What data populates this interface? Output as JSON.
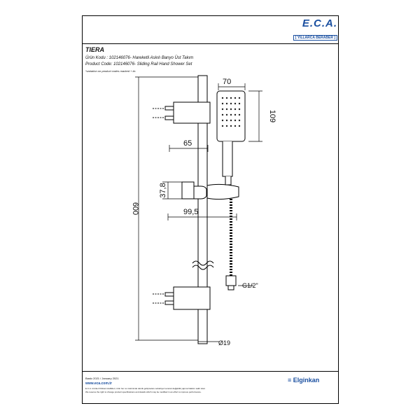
{
  "header": {
    "logo_text": "E.C.A.",
    "logo_slogan": "[ YILLARCA BERABER ]",
    "title": "TIERA",
    "code_tr": "Ürün Kodu : 102146076- Hareketli Askılı Banyo Üst Takım",
    "code_en": "Product Code: 102146076- Sliding Rail Hand Shower Set",
    "note": "*variation on product codes marked + tic."
  },
  "drawing": {
    "dims": {
      "d70": "70",
      "d109": "109",
      "d65": "65",
      "d37_8": "37,8",
      "d99_5": "99,5",
      "d600": "600",
      "g12": "G1/2\"",
      "d19": "Ø19"
    }
  },
  "footer": {
    "line1": "Baskı 2021 / January 2021",
    "url": "www.eca.com.tr",
    "line3": "E.C.A. ürünleri fiziksel özellikleri, ürün her ve üretiminde teknik gelişmelere sebebiyet vererek değişiklik yapma hakkını saklı tutar.",
    "line4": "We reserve the right to change product specifications and details which may be modified in an effort to improve performance.",
    "brand": "≡ Elginkan"
  }
}
